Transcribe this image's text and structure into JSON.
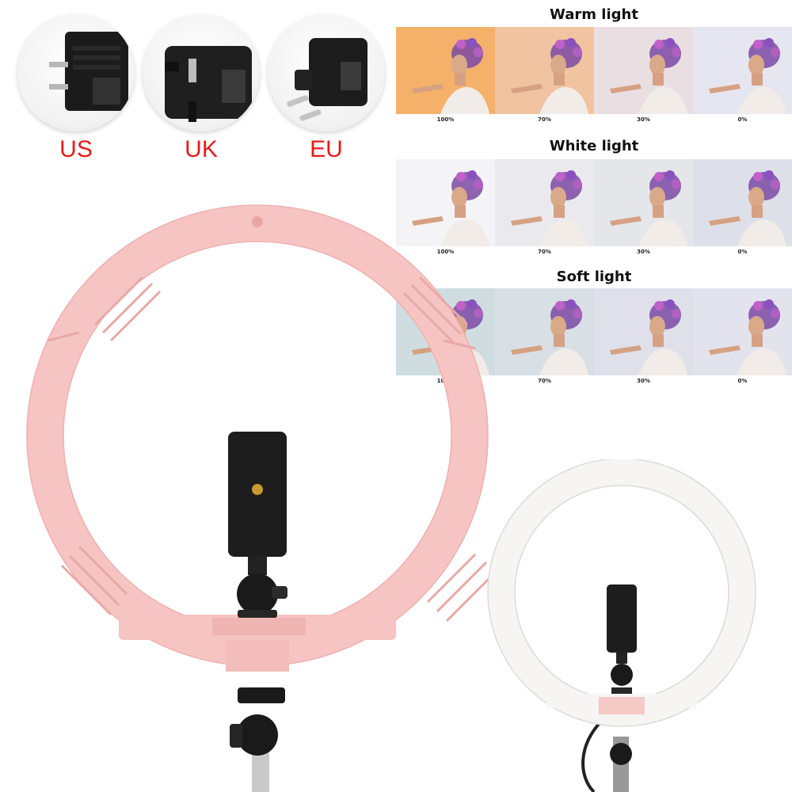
{
  "plugs": [
    {
      "label": "US",
      "icon": "us-plug-icon"
    },
    {
      "label": "UK",
      "icon": "uk-plug-icon"
    },
    {
      "label": "EU",
      "icon": "eu-plug-icon"
    }
  ],
  "light_modes": [
    {
      "title": "Warm light",
      "tints": [
        "#f5b06a",
        "#f2c3a0",
        "#e9dfe2",
        "#e6e6f0"
      ],
      "levels": [
        "100%",
        "70%",
        "30%",
        "0%"
      ]
    },
    {
      "title": "White light",
      "tints": [
        "#f4f4f6",
        "#e9e9ee",
        "#e4e6ea",
        "#dde0e8"
      ],
      "levels": [
        "100%",
        "70%",
        "30%",
        "0%"
      ]
    },
    {
      "title": "Soft light",
      "tints": [
        "#cfdde0",
        "#d8dfe5",
        "#dfe0ea",
        "#e3e3ee"
      ],
      "levels": [
        "100%",
        "70%",
        "30%",
        "0%"
      ]
    }
  ],
  "colors": {
    "plug_label": "#e41b1b",
    "pink_ring": "#f6c4c2",
    "white_ring": "#f7f4f4",
    "holder": "#1d1d1d"
  }
}
